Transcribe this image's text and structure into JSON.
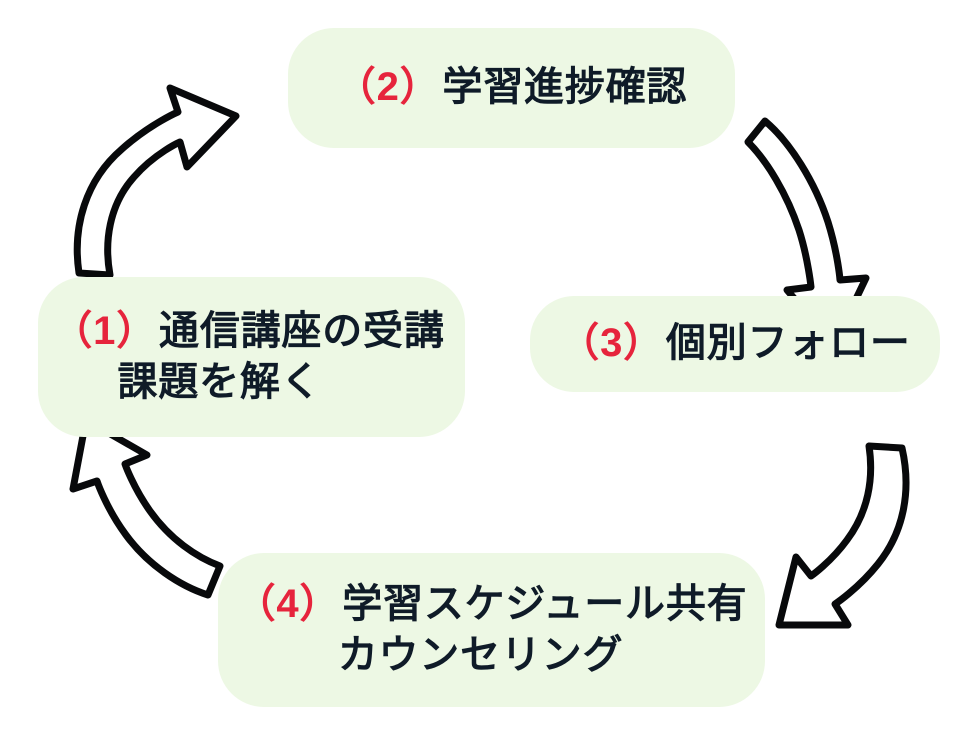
{
  "diagram": {
    "type": "cycle",
    "title_text": "",
    "direction": "clockwise",
    "background_color": "#ffffff",
    "node_fill_color": "#edf8e4",
    "node_text_color": "#0f1b28",
    "number_color": "#e6243c",
    "arrow_fill_color": "#ffffff",
    "arrow_outline_color": "#08090b",
    "nodes": [
      {
        "id": "node1",
        "position": "left",
        "number": "（1）",
        "lines": [
          "通信講座の受講",
          "課題を解く"
        ]
      },
      {
        "id": "node2",
        "position": "top",
        "number": "（2）",
        "lines": [
          "学習進捗確認"
        ]
      },
      {
        "id": "node3",
        "position": "right",
        "number": "（3）",
        "lines": [
          "個別フォロー"
        ]
      },
      {
        "id": "node4",
        "position": "bottom",
        "number": "（4）",
        "lines": [
          "学習スケジュール共有",
          "カウンセリング"
        ]
      }
    ],
    "arrows": [
      {
        "id": "arrow-1-to-2",
        "from": "node1",
        "to": "node2",
        "location": "top-left",
        "style": "hand-drawn-curved-block"
      },
      {
        "id": "arrow-2-to-3",
        "from": "node2",
        "to": "node3",
        "location": "top-right",
        "style": "hand-drawn-curved-block"
      },
      {
        "id": "arrow-3-to-4",
        "from": "node3",
        "to": "node4",
        "location": "bottom-right",
        "style": "hand-drawn-curved-block"
      },
      {
        "id": "arrow-4-to-1",
        "from": "node4",
        "to": "node1",
        "location": "bottom-left",
        "style": "hand-drawn-curved-block"
      }
    ]
  }
}
